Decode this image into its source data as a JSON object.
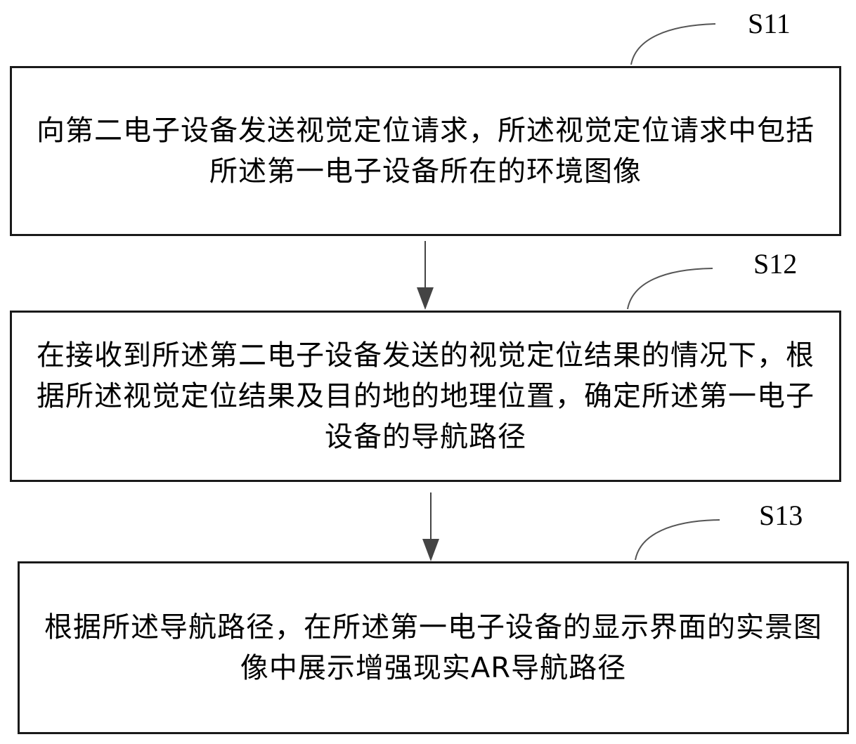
{
  "steps": [
    {
      "id": "S11",
      "label": "S11",
      "text": "向第二电子设备发送视觉定位请求，所述视觉定位请求中包括所述第一电子设备所在的环境图像"
    },
    {
      "id": "S12",
      "label": "S12",
      "text": "在接收到所述第二电子设备发送的视觉定位结果的情况下，根据所述视觉定位结果及目的地的地理位置，确定所述第一电子设备的导航路径"
    },
    {
      "id": "S13",
      "label": "S13",
      "text": "根据所述导航路径，在所述第一电子设备的显示界面的实景图像中展示增强现实AR导航路径"
    }
  ],
  "connectors": [
    {
      "from": "S11",
      "to": "S12"
    },
    {
      "from": "S12",
      "to": "S13"
    }
  ],
  "colors": {
    "stroke": "#1a1a1a",
    "leader": "#555555",
    "arrow": "#444444"
  }
}
